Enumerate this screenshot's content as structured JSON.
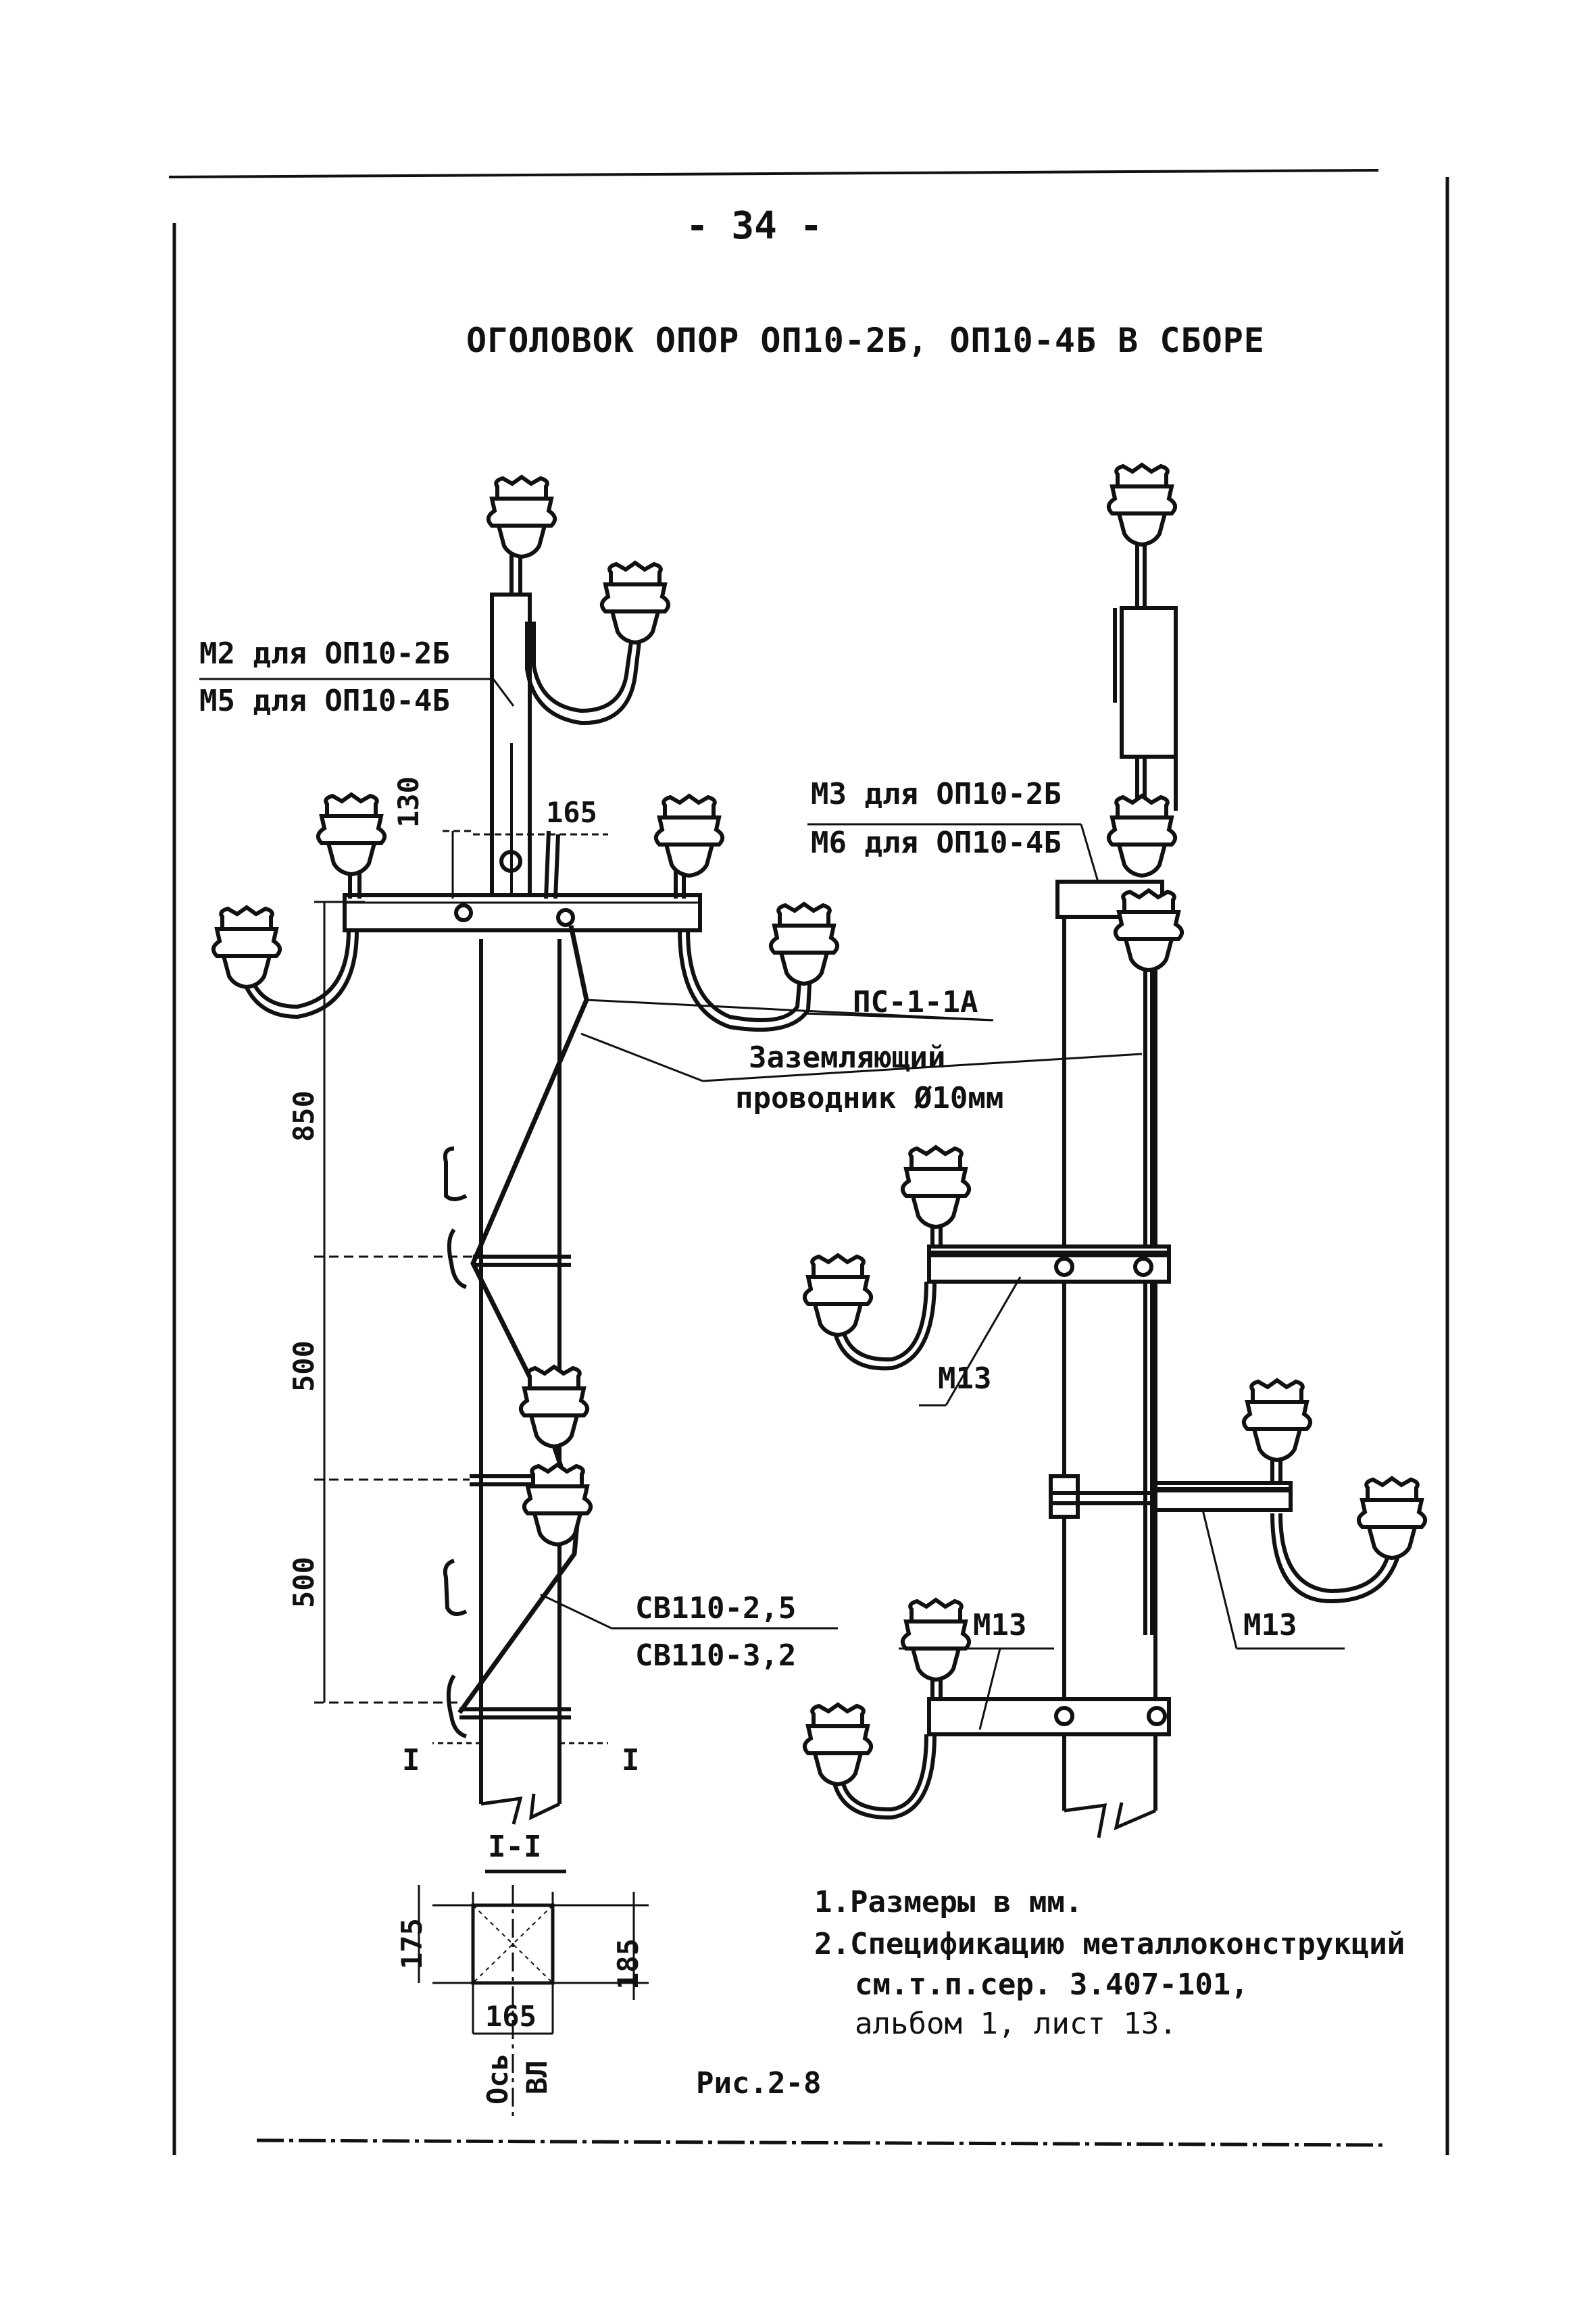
{
  "page_number": "- 34 -",
  "title": "ОГОЛОВОК ОПОР ОП10-2Б, ОП10-4Б В СБОРЕ",
  "labels": {
    "m2": "М2 для ОП10-2Б",
    "m5": "М5 для ОП10-4Б",
    "m3": "М3 для ОП10-2Б",
    "m6": "М6 для ОП10-4Б",
    "ps": "ПС-1-1А",
    "ground_1": "Заземляющий",
    "ground_2": "проводник Ø10мм",
    "m13_a": "М13",
    "m13_b": "М13",
    "m13_c": "М13",
    "sv_1": "СВ110-2,5",
    "sv_2": "СВ110-3,2"
  },
  "dimensions": {
    "d130": "130",
    "d165_top": "165",
    "d850": "850",
    "d500_a": "500",
    "d500_b": "500",
    "d175": "175",
    "d185": "185",
    "d165_sec": "165"
  },
  "section": {
    "marker_left": "I",
    "marker_right": "I",
    "title": "I-I",
    "axis_1": "Ось",
    "axis_2": "ВЛ"
  },
  "notes": [
    "1.Размеры в мм.",
    "2.Спецификацию металлоконструкций",
    "см.т.п.сер. 3.407-101,",
    "альбом 1, лист 13."
  ],
  "figure_caption": "Рис.2-8",
  "colors": {
    "ink": "#111111",
    "paper": "#ffffff"
  }
}
